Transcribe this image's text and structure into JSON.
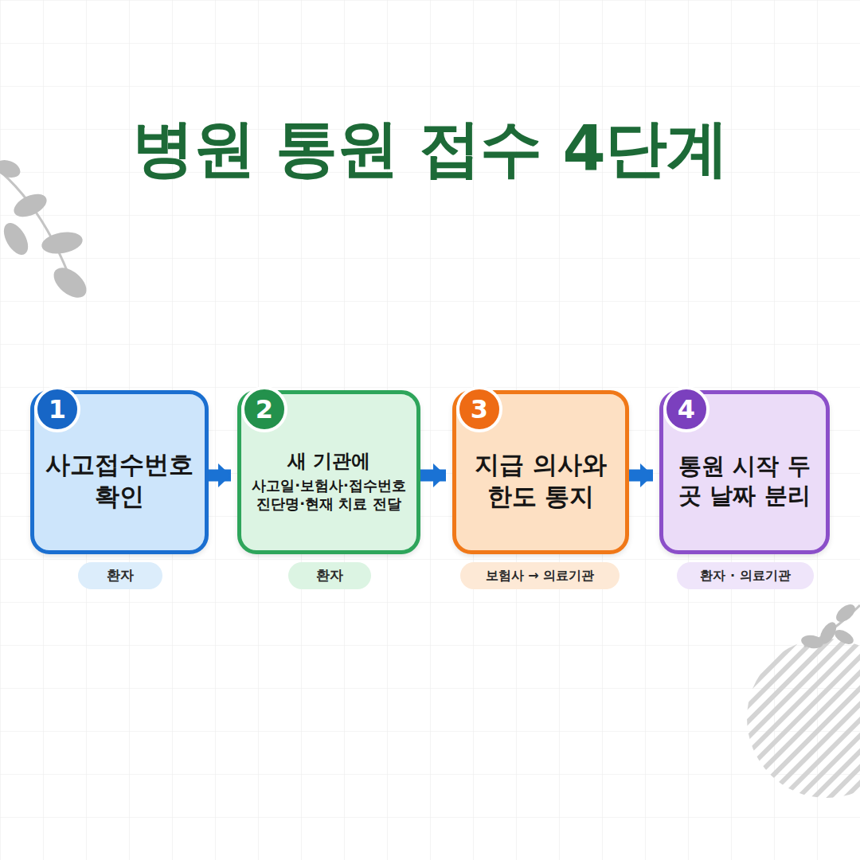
{
  "diagram": {
    "title": "병원 통원 접수 4단계",
    "nodes": [
      {
        "text": [
          "사고접수번호 확인"
        ]
      },
      {
        "text": [
          "1"
        ],
        "in": 0
      },
      {
        "text": [
          "환자"
        ]
      },
      {
        "text": [
          "새 기관에",
          "사고일·보험사·접수번호 진단명·현재 치료 전달"
        ]
      },
      {
        "text": [
          "2"
        ],
        "in": 3
      },
      {
        "text": [
          "환자"
        ]
      },
      {
        "text": [
          "지급 의사와 한도 통지"
        ]
      },
      {
        "text": [
          "3"
        ],
        "in": 6
      },
      {
        "text": [
          "보험사 → 의료기관"
        ]
      },
      {
        "text": [
          "통원 시작 두 곳 날짜 분리"
        ]
      },
      {
        "text": [
          "4"
        ],
        "in": 9
      },
      {
        "text": [
          "환자 · 의료기관"
        ]
      }
    ],
    "edges": [
      {
        "from": 0,
        "to": 3,
        "arrow": "to"
      },
      {
        "from": 3,
        "to": 6,
        "arrow": "to"
      },
      {
        "from": 6,
        "to": 9,
        "arrow": "to"
      }
    ]
  }
}
